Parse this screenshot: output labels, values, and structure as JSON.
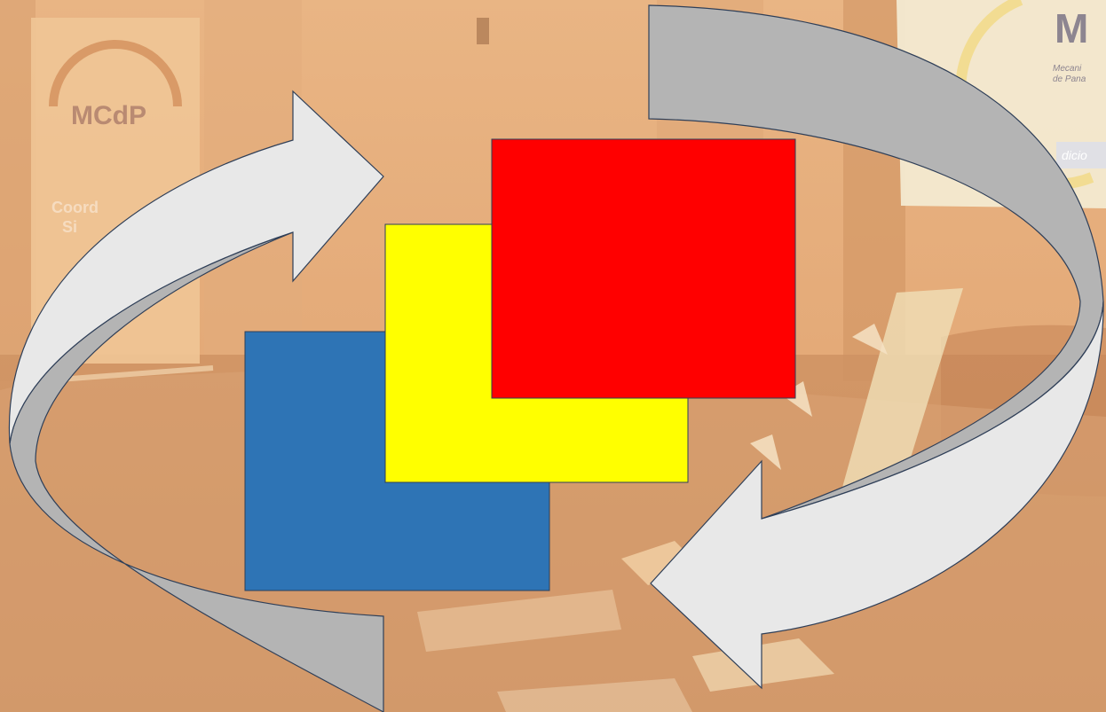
{
  "background": {
    "banner_logo": "MCdP",
    "banner_text_1": "Coord",
    "banner_text_2": "Si",
    "screen_logo": "M",
    "screen_sub_1": "Mecani",
    "screen_sub_2": "de Pana",
    "screen_strip": "dicio"
  },
  "colors": {
    "square_back": "#2e74b5",
    "square_middle": "#ffff00",
    "square_front": "#ff0000",
    "arrow_light": "#e8e8e8",
    "arrow_dark": "#b4b4b4",
    "arrow_outline": "#2f3f58"
  }
}
